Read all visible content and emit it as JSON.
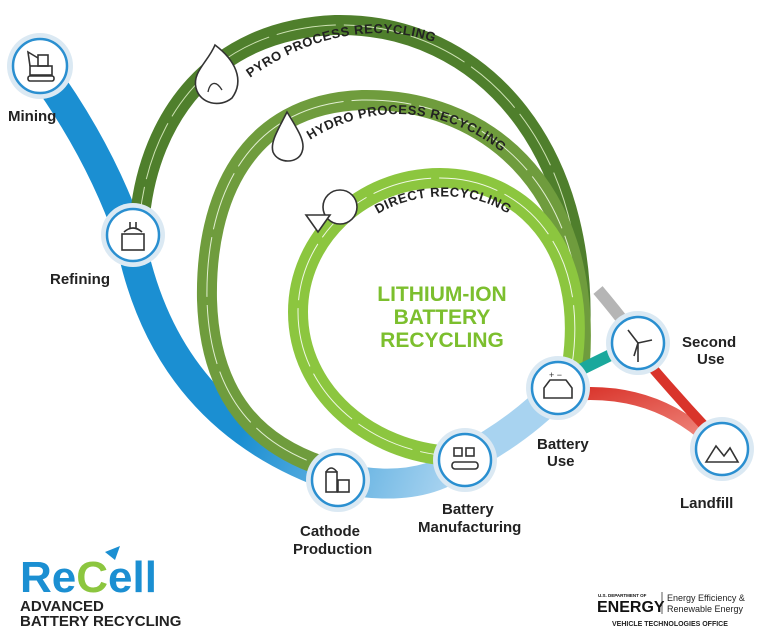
{
  "title": [
    "LITHIUM-ION",
    "BATTERY",
    "RECYCLING"
  ],
  "stages": {
    "mining": "Mining",
    "refining": "Refining",
    "cathode": [
      "Cathode",
      "Production"
    ],
    "manufacturing": [
      "Battery",
      "Manufacturing"
    ],
    "use": [
      "Battery",
      "Use"
    ],
    "second_use": [
      "Second",
      "Use"
    ],
    "landfill": "Landfill"
  },
  "loops": {
    "pyro": "PYRO PROCESS RECYCLING",
    "hydro": "HYDRO PROCESS RECYCLING",
    "direct": "DIRECT RECYCLING"
  },
  "logos": {
    "recell": "ReCell",
    "recell_tagline": [
      "ADVANCED",
      "BATTERY RECYCLING"
    ],
    "doe_small": "U.S. DEPARTMENT OF",
    "doe": "ENERGY",
    "eere": [
      "Energy Efficiency &",
      "Renewable Energy"
    ],
    "vto": "VEHICLE TECHNOLOGIES OFFICE"
  },
  "colors": {
    "blue": "#1b8fd2",
    "light_blue": "#7fbde8",
    "pyro": "#4f7f2c",
    "hydro": "#6f9c3d",
    "direct": "#8cc63f",
    "red": "#d9342b",
    "teal": "#1aa89c",
    "gray": "#b5b5b5"
  }
}
